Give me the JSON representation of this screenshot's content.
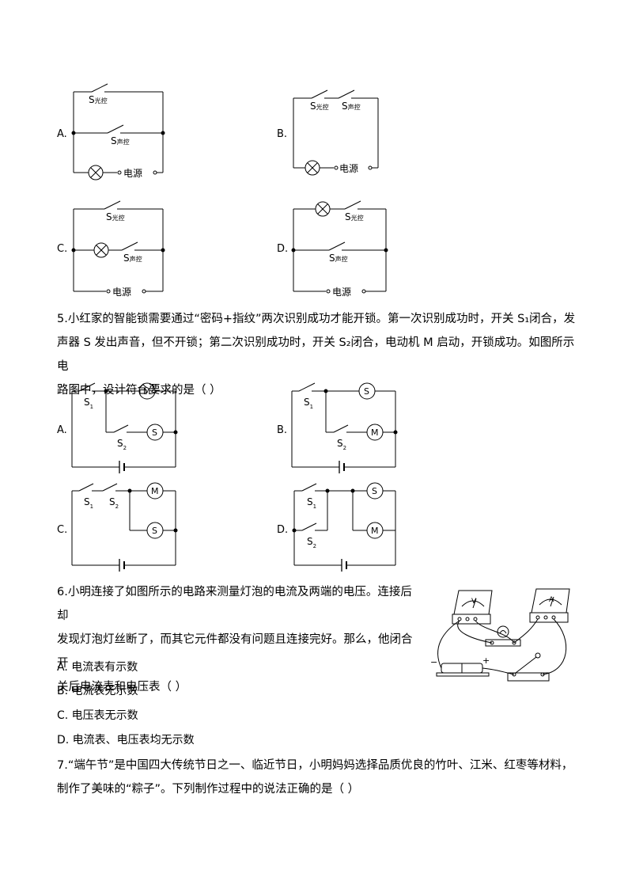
{
  "labels": {
    "s_light": "光控",
    "s_sound": "声控",
    "power": "电源",
    "S": "S",
    "motor": "M",
    "sub1": "1",
    "sub2": "2"
  },
  "q4": {
    "options": [
      "A.",
      "B.",
      "C.",
      "D."
    ]
  },
  "q5": {
    "line1": "5.小红家的智能锁需要通过“密码+指纹”两次识别成功才能开锁。第一次识别成功时，开关 S₁闭合，发",
    "line2": "声器 S 发出声音，但不开锁；第二次识别成功时，开关 S₂闭合，电动机 M 启动，开锁成功。如图所示电",
    "line3": "路图中，设计符合要求的是（      ）",
    "options": [
      "A.",
      "B.",
      "C.",
      "D."
    ]
  },
  "q6": {
    "line1": "6.小明连接了如图所示的电路来测量灯泡的电流及两端的电压。连接后却",
    "line2": "发现灯泡灯丝断了，而其它元件都没有问题且连接完好。那么，他闭合开",
    "line3": "关后电流表和电压表（      ）",
    "choice_a": "A. 电流表有示数",
    "choice_b": "B. 电流表无示数",
    "choice_c": "C. 电压表无示数",
    "choice_d": "D. 电流表、电压表均无示数",
    "meter_v": "V",
    "meter_a": "A",
    "minus": "−",
    "plus": "+"
  },
  "q7": {
    "line1": "7.“端午节”是中国四大传统节日之一、临近节日，小明妈妈选择品质优良的竹叶、江米、红枣等材料，",
    "line2": "制作了美味的“粽子”。下列制作过程中的说法正确的是（      ）"
  }
}
